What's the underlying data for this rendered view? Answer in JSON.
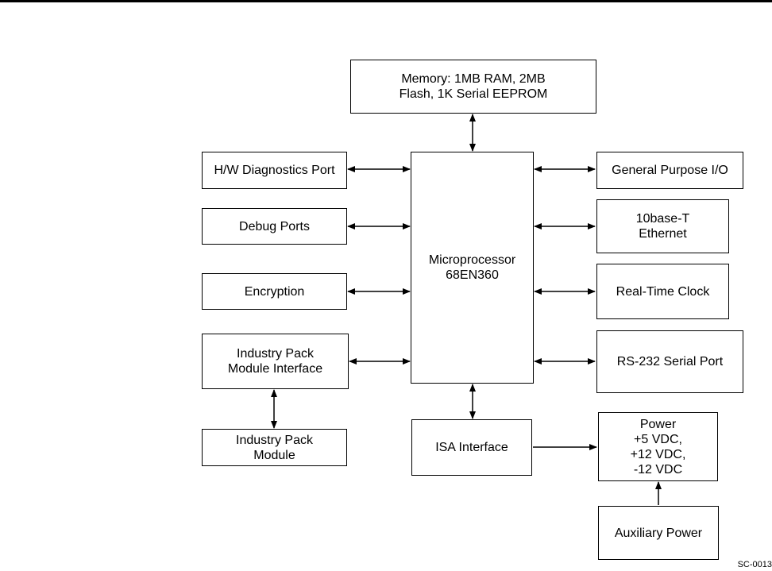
{
  "blocks": {
    "memory": "Memory: 1MB RAM, 2MB\nFlash, 1K Serial EEPROM",
    "hw_diag": "H/W Diagnostics Port",
    "debug": "Debug Ports",
    "encryption": "Encryption",
    "ip_interface": "Industry Pack\nModule Interface",
    "ip_module": "Industry Pack\nModule",
    "microprocessor": "Microprocessor\n68EN360",
    "isa": "ISA Interface",
    "gpio": "General Purpose I/O",
    "ethernet": "10base-T\nEthernet",
    "rtc": "Real-Time Clock",
    "rs232": "RS-232 Serial Port",
    "power": "Power\n+5 VDC,\n+12 VDC,\n-12 VDC",
    "aux_power": "Auxiliary Power"
  },
  "figure_ref": "SC-0013"
}
